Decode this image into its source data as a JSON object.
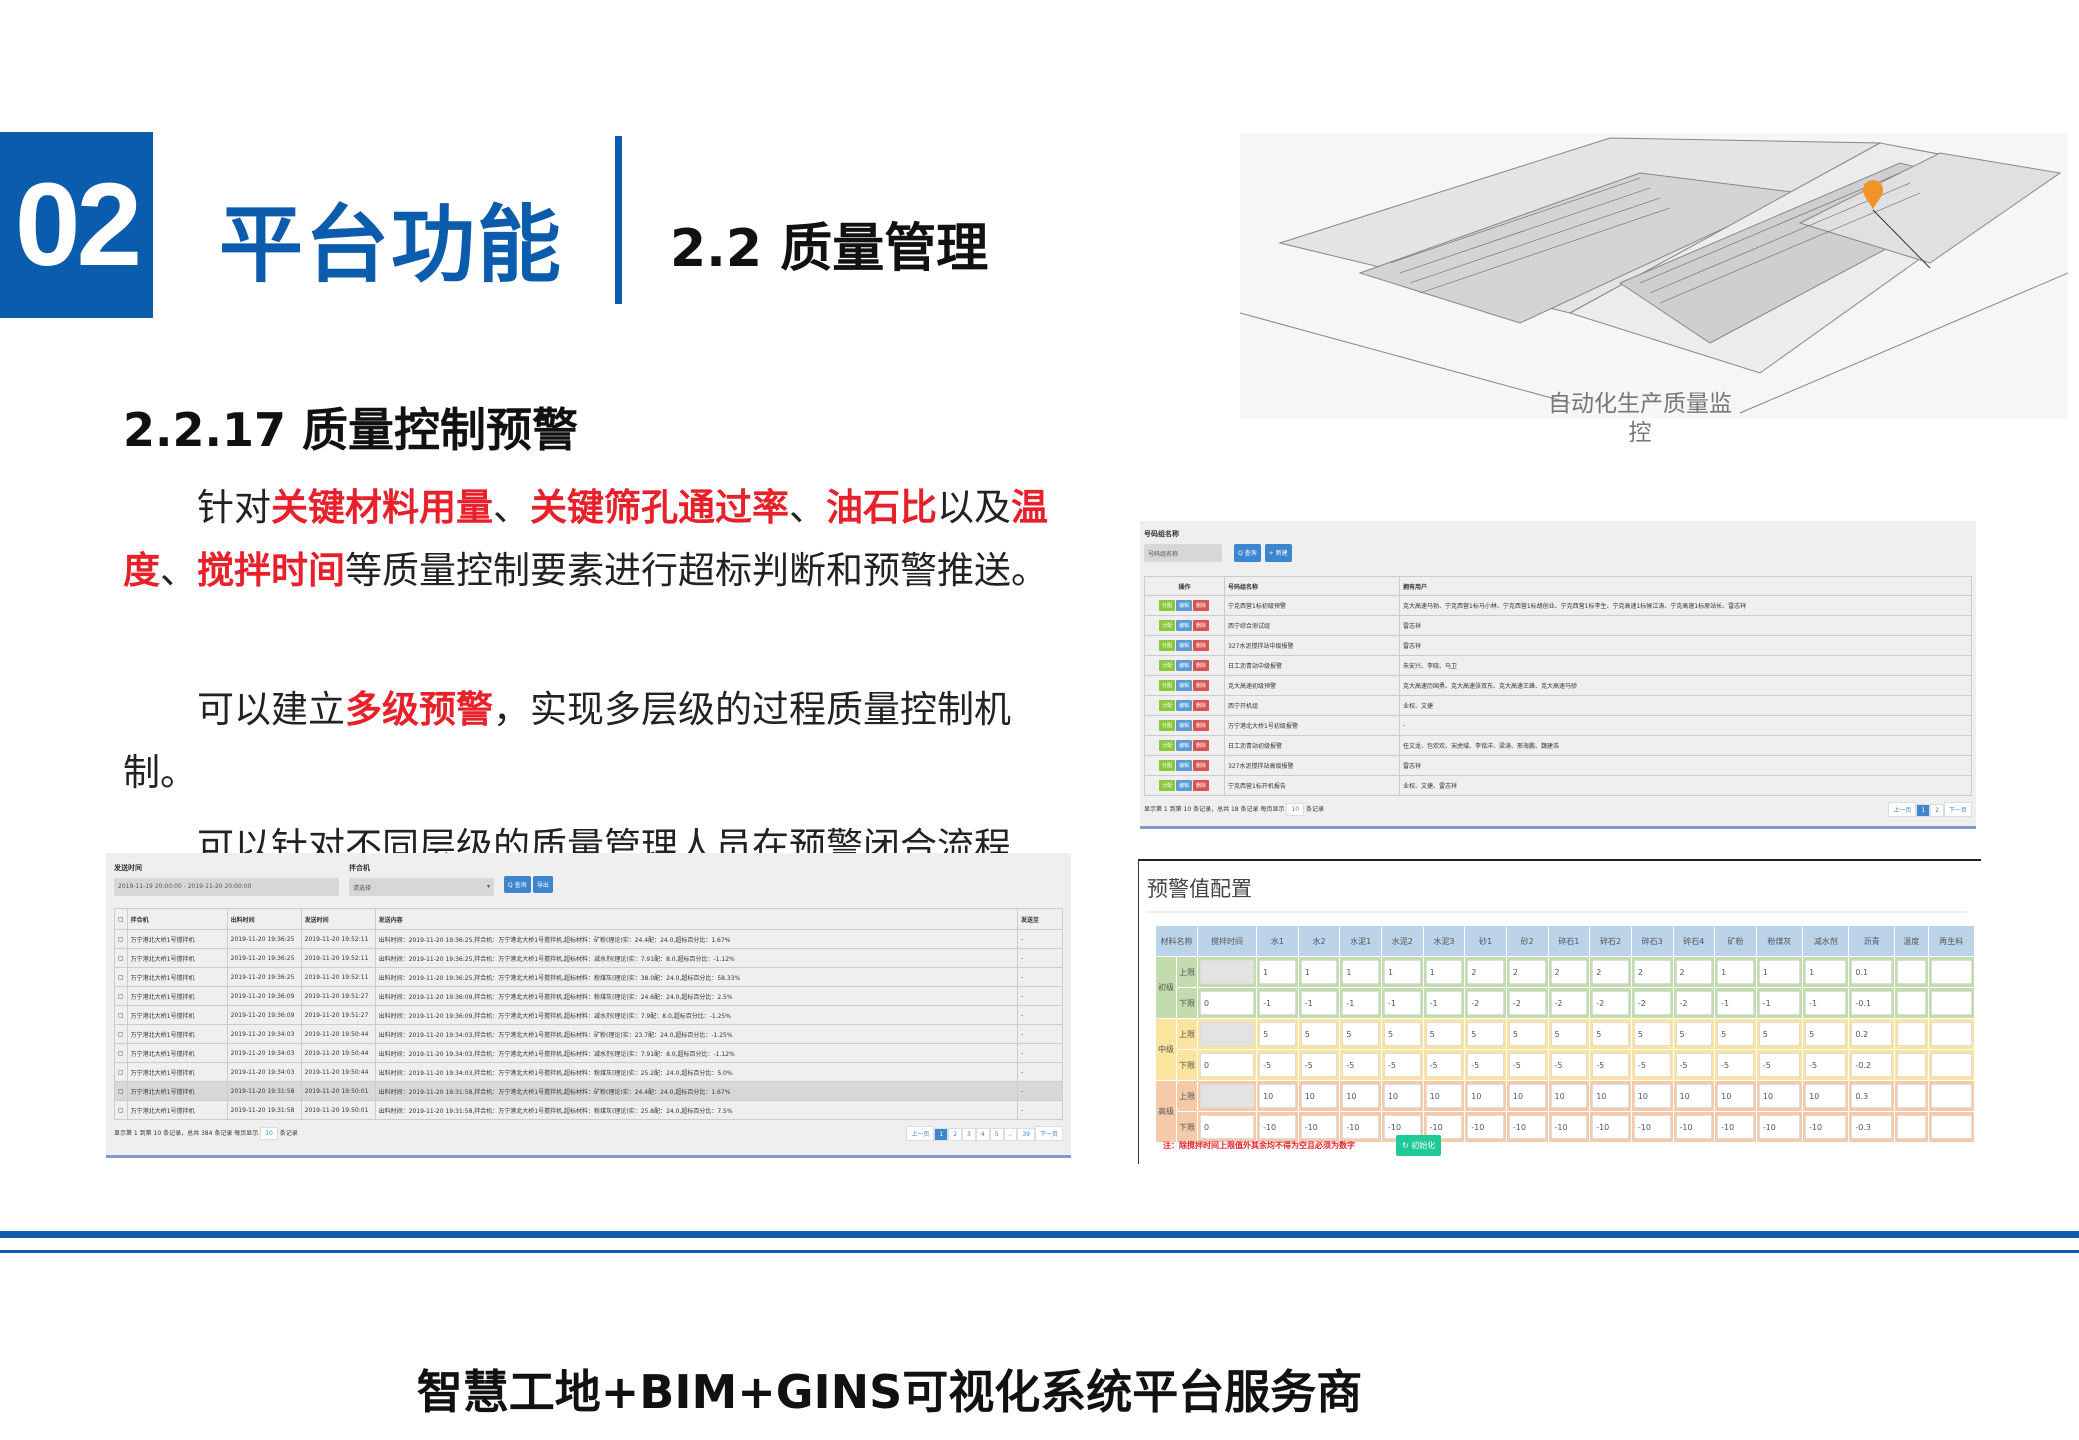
{
  "header": {
    "number": "02",
    "title": "平台功能",
    "subtitle": "2.2 质量管理"
  },
  "section": {
    "title": "2.2.17 质量控制预警"
  },
  "paragraphs": {
    "p1": [
      {
        "t": "针对",
        "r": false
      },
      {
        "t": "关键材料用量",
        "r": true
      },
      {
        "t": "、",
        "r": false
      },
      {
        "t": "关键筛孔通过率",
        "r": true
      },
      {
        "t": "、",
        "r": false
      },
      {
        "t": "油石比",
        "r": true
      },
      {
        "t": "以及",
        "r": false
      },
      {
        "t": "温度",
        "r": true
      },
      {
        "t": "、",
        "r": false
      },
      {
        "t": "搅拌时间",
        "r": true
      },
      {
        "t": "等质量控制要素进行超标判断和预警推送。",
        "r": false
      }
    ],
    "p2": [
      {
        "t": "可以建立",
        "r": false
      },
      {
        "t": "多级预警",
        "r": true
      },
      {
        "t": "，实现多层级的过程质量控制机制。",
        "r": false
      }
    ],
    "p3": "可以针对不同层级的质量管理人员在预警闭合流程"
  },
  "aerial": {
    "caption": "自动化生产质量监控",
    "marker_color": "#f0932b"
  },
  "group_table": {
    "search_label": "号码组名称",
    "search_placeholder": "号码组名称",
    "query_btn": "Q 查询",
    "new_btn": "+ 新建",
    "columns": [
      "操作",
      "号码组名称",
      "拥有用户"
    ],
    "ops": [
      "分配",
      "编辑",
      "删除"
    ],
    "rows": [
      [
        "宁克西营1标初级预警",
        "克大高速马勃、宁克西营1标马小林、宁克西营1标胡创业、宁克西营1标李生、宁克高速1标候江涛、宁克高速1标原站长、雷志祥"
      ],
      [
        "西宁综合测试组",
        "雷志祥"
      ],
      [
        "327水泥搅拌站中级报警",
        "雷志祥"
      ],
      [
        "日工沥青站中级报警",
        "朱安兴、李晓、马卫"
      ],
      [
        "克大高速初级预警",
        "克大高速历国勇、克大高速张双东、克大高速王峰、克大高速马骄"
      ],
      [
        "西宁开机组",
        "业权、文捷"
      ],
      [
        "万宁港北大桥1号初级报警",
        "-"
      ],
      [
        "日工沥青站初级报警",
        "任文龙、包欢欢、宋虎域、李铭洋、梁涛、邢海鹏、魏建浩"
      ],
      [
        "327水泥搅拌站高级报警",
        "雷志祥"
      ],
      [
        "宁克西营1标开机报告",
        "业权、文捷、雷志祥"
      ]
    ],
    "footer": "显示第 1 到第 10 条记录，总共 18 条记录 每页显示",
    "page_size": "10",
    "footer_suffix": "条记录",
    "pages": [
      "上一页",
      "1",
      "2",
      "下一页"
    ]
  },
  "send_table": {
    "time_label": "发送时间",
    "time_value": "2019-11-19 20:00:00 - 2019-11-20 20:00:00",
    "mixer_label": "拌合机",
    "mixer_placeholder": "请选择",
    "query_btn": "Q 查询",
    "export_btn": "导出",
    "columns": [
      "拌合机",
      "出料时间",
      "发送时间",
      "发送内容",
      "发送至"
    ],
    "rows": [
      [
        "万宁港北大桥1号搅拌机",
        "2019-11-20 19:36:25",
        "2019-11-20 19:52:11",
        "出料时间：2019-11-20 19:36:25,拌合机：万宁港北大桥1号搅拌机,超标材料：矿粉(理论)实：24.4配：24.0,超标百分比：1.67%",
        "-"
      ],
      [
        "万宁港北大桥1号搅拌机",
        "2019-11-20 19:36:25",
        "2019-11-20 19:52:11",
        "出料时间：2019-11-20 19:36:25,拌合机：万宁港北大桥1号搅拌机,超标材料：减水剂(理论)实：7.91配：8.0,超标百分比：-1.12%",
        "-"
      ],
      [
        "万宁港北大桥1号搅拌机",
        "2019-11-20 19:36:25",
        "2019-11-20 19:52:11",
        "出料时间：2019-11-20 19:36:25,拌合机：万宁港北大桥1号搅拌机,超标材料：粉煤灰(理论)实：38.0配：24.0,超标百分比：58.33%",
        "-"
      ],
      [
        "万宁港北大桥1号搅拌机",
        "2019-11-20 19:36:09",
        "2019-11-20 19:51:27",
        "出料时间：2019-11-20 19:36:09,拌合机：万宁港北大桥1号搅拌机,超标材料：粉煤灰(理论)实：24.6配：24.0,超标百分比：2.5%",
        "-"
      ],
      [
        "万宁港北大桥1号搅拌机",
        "2019-11-20 19:36:09",
        "2019-11-20 19:51:27",
        "出料时间：2019-11-20 19:36:09,拌合机：万宁港北大桥1号搅拌机,超标材料：减水剂(理论)实：7.9配：8.0,超标百分比：-1.25%",
        "-"
      ],
      [
        "万宁港北大桥1号搅拌机",
        "2019-11-20 19:34:03",
        "2019-11-20 19:50:44",
        "出料时间：2019-11-20 19:34:03,拌合机：万宁港北大桥1号搅拌机,超标材料：矿粉(理论)实：23.7配：24.0,超标百分比：-1.25%",
        "-"
      ],
      [
        "万宁港北大桥1号搅拌机",
        "2019-11-20 19:34:03",
        "2019-11-20 19:50:44",
        "出料时间：2019-11-20 19:34:03,拌合机：万宁港北大桥1号搅拌机,超标材料：减水剂(理论)实：7.91配：8.0,超标百分比：-1.12%",
        "-"
      ],
      [
        "万宁港北大桥1号搅拌机",
        "2019-11-20 19:34:03",
        "2019-11-20 19:50:44",
        "出料时间：2019-11-20 19:34:03,拌合机：万宁港北大桥1号搅拌机,超标材料：粉煤灰(理论)实：25.2配：24.0,超标百分比：5.0%",
        "-"
      ],
      [
        "万宁港北大桥1号搅拌机",
        "2019-11-20 19:31:58",
        "2019-11-20 19:50:01",
        "出料时间：2019-11-20 19:31:58,拌合机：万宁港北大桥1号搅拌机,超标材料：矿粉(理论)实：24.4配：24.0,超标百分比：1.67%",
        "-"
      ],
      [
        "万宁港北大桥1号搅拌机",
        "2019-11-20 19:31:58",
        "2019-11-20 19:50:01",
        "出料时间：2019-11-20 19:31:58,拌合机：万宁港北大桥1号搅拌机,超标材料：粉煤灰(理论)实：25.8配：24.0,超标百分比：7.5%",
        "-"
      ]
    ],
    "footer": "显示第 1 到第 10 条记录，总共 384 条记录 每页显示",
    "page_size": "10",
    "footer_suffix": "条记录",
    "pages": [
      "上一页",
      "1",
      "2",
      "3",
      "4",
      "5",
      "..",
      "39",
      "下一页"
    ]
  },
  "config": {
    "title": "预警值配置",
    "columns": [
      "材料名称",
      "搅拌时间",
      "水1",
      "水2",
      "水泥1",
      "水泥2",
      "水泥3",
      "砂1",
      "砂2",
      "碎石1",
      "碎石2",
      "碎石3",
      "碎石4",
      "矿粉",
      "粉煤灰",
      "减水剂",
      "沥青",
      "温度",
      "再生料"
    ],
    "levels": [
      {
        "name": "初级",
        "upper_label": "上限",
        "lower_label": "下限",
        "upper": [
          "",
          "1",
          "1",
          "1",
          "1",
          "1",
          "2",
          "2",
          "2",
          "2",
          "2",
          "2",
          "1",
          "1",
          "1",
          "0.1",
          "",
          ""
        ],
        "lower": [
          "0",
          "-1",
          "-1",
          "-1",
          "-1",
          "-1",
          "-2",
          "-2",
          "-2",
          "-2",
          "-2",
          "-2",
          "-1",
          "-1",
          "-1",
          "-0.1",
          "",
          ""
        ]
      },
      {
        "name": "中级",
        "upper_label": "上限",
        "lower_label": "下限",
        "upper": [
          "",
          "5",
          "5",
          "5",
          "5",
          "5",
          "5",
          "5",
          "5",
          "5",
          "5",
          "5",
          "5",
          "5",
          "5",
          "0.2",
          "",
          ""
        ],
        "lower": [
          "0",
          "-5",
          "-5",
          "-5",
          "-5",
          "-5",
          "-5",
          "-5",
          "-5",
          "-5",
          "-5",
          "-5",
          "-5",
          "-5",
          "-5",
          "-0.2",
          "",
          ""
        ]
      },
      {
        "name": "高级",
        "upper_label": "上限",
        "lower_label": "下限",
        "upper": [
          "",
          "10",
          "10",
          "10",
          "10",
          "10",
          "10",
          "10",
          "10",
          "10",
          "10",
          "10",
          "10",
          "10",
          "10",
          "0.3",
          "",
          ""
        ],
        "lower": [
          "0",
          "-10",
          "-10",
          "-10",
          "-10",
          "-10",
          "-10",
          "-10",
          "-10",
          "-10",
          "-10",
          "-10",
          "-10",
          "-10",
          "-10",
          "-0.3",
          "",
          ""
        ]
      }
    ],
    "note": "注：除搅拌时间上限值外其余均不得为空且必须为数字",
    "init_btn": "↻ 初始化"
  },
  "footer": {
    "text": "智慧工地+BIM+GINS可视化系统平台服务商"
  },
  "colors": {
    "brand_blue": "#0b5cad",
    "highlight_red": "#e8202a",
    "btn_blue": "#3b86cf",
    "assign_green": "#8cc63f",
    "delete_red": "#d9534f",
    "init_green": "#20c997"
  }
}
